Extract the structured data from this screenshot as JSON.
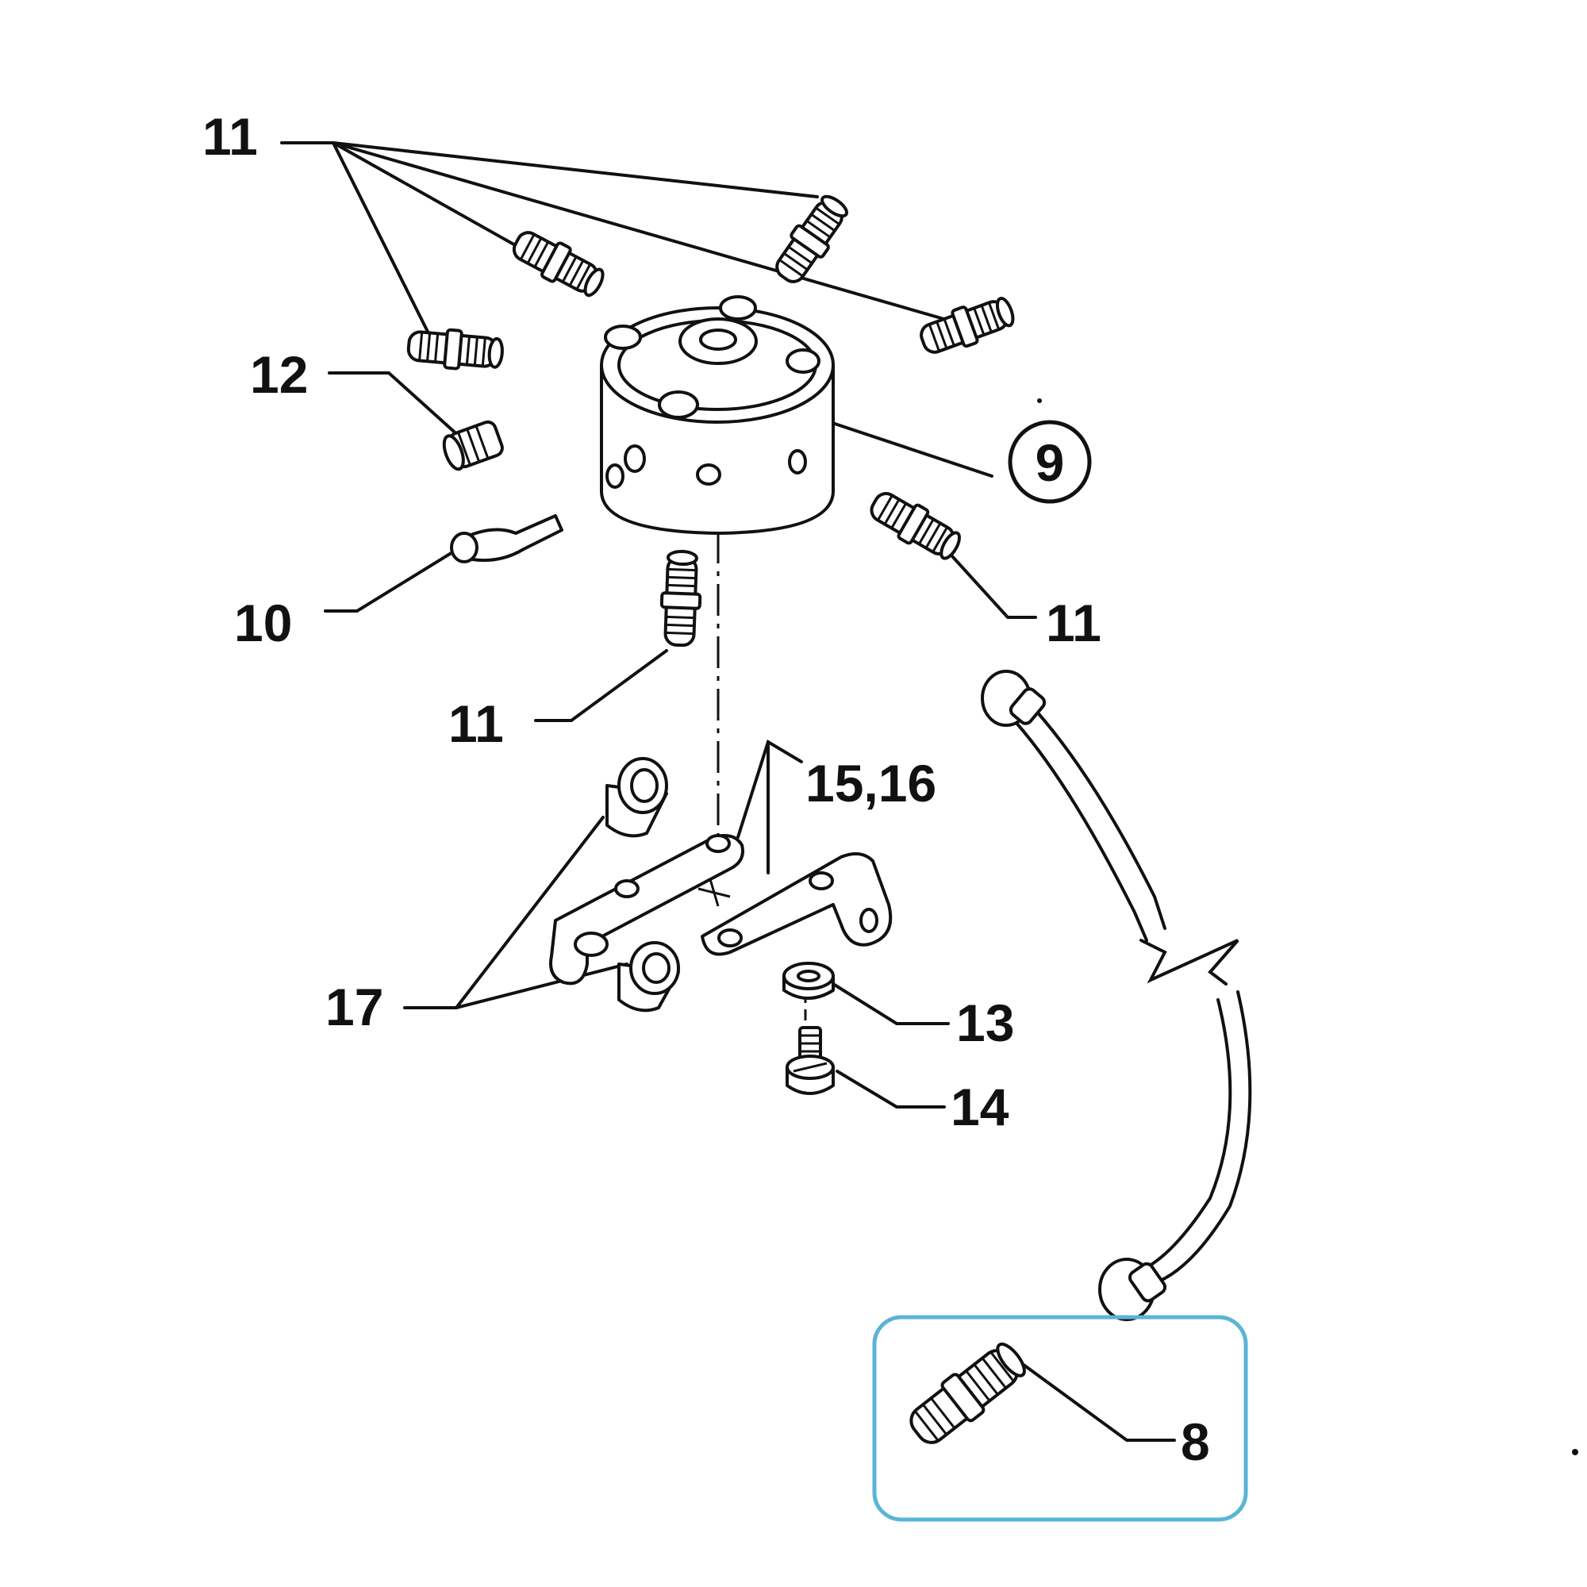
{
  "labels": {
    "l11_top": "11",
    "l12": "12",
    "l9": "9",
    "l10": "10",
    "l11_right": "11",
    "l11_bottom": "11",
    "l15_16": "15,16",
    "l17": "17",
    "l13": "13",
    "l14": "14",
    "l8": "8"
  },
  "colors": {
    "line": "#111111",
    "highlight_frame": "#5ab4d6",
    "background": "#ffffff"
  },
  "icons": {
    "fitting": "threaded-fitting-icon",
    "plug": "plug-icon",
    "hose": "hose-icon"
  }
}
